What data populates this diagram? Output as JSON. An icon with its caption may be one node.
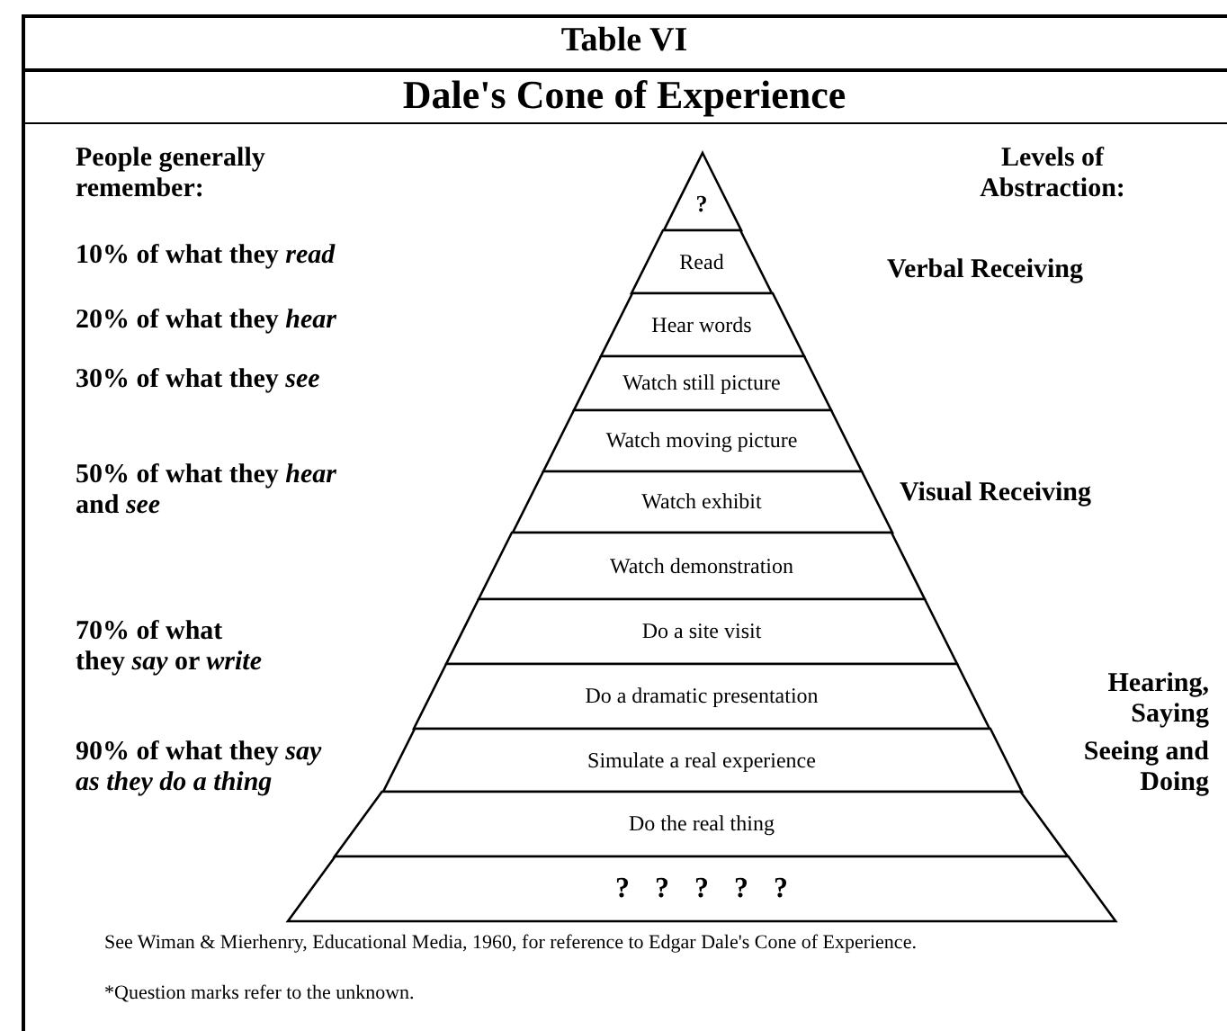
{
  "diagram": {
    "title": "Dale's Cone of Experience",
    "nodes": [
      {
        "text": [
          "?"
        ]
      },
      {
        "text": [
          "Read"
        ]
      },
      {
        "text": [
          "Hear words"
        ]
      },
      {
        "text": [
          "Watch still picture"
        ]
      },
      {
        "text": [
          "Watch moving picture"
        ]
      },
      {
        "text": [
          "Watch exhibit"
        ]
      },
      {
        "text": [
          "Watch demonstration"
        ]
      },
      {
        "text": [
          "Do a site visit"
        ]
      },
      {
        "text": [
          "Do a dramatic presentation"
        ]
      },
      {
        "text": [
          "Simulate a real experience"
        ]
      },
      {
        "text": [
          "Do the real thing"
        ]
      },
      {
        "text": [
          "? ? ? ? ?"
        ]
      }
    ],
    "labels": [
      "Table VI",
      "People generally remember:",
      "Levels of Abstraction:",
      "10% of what they *read*",
      "Verbal Receiving",
      "20% of what they *hear*",
      "30% of what they *see*",
      "50% of what they *hear* and *see*",
      "Visual Receiving",
      "70% of what they *say* or *write*",
      "Hearing, Saying",
      "90% of what they *say as they do a thing*",
      "Seeing and Doing",
      "See Wiman & Mierhenry, Educational Media, 1960, for reference to Edgar Dale's Cone of Experience.",
      "*Question marks refer to the unknown."
    ]
  }
}
